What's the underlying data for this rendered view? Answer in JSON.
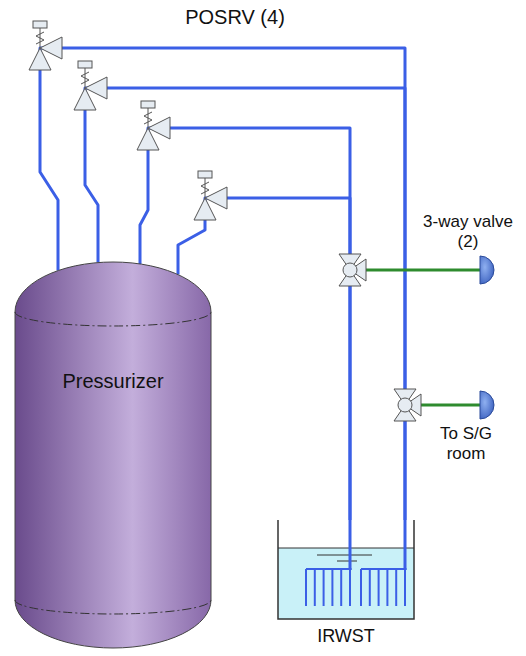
{
  "diagram": {
    "nodes": [
      {
        "text": [
          "Pressurizer"
        ]
      },
      {
        "text": [
          "IRWST"
        ]
      }
    ],
    "edges": [
      {
        "from": 0,
        "to": 1,
        "arrow": "none"
      },
      {
        "from": 0,
        "to": 1,
        "arrow": "none"
      },
      {
        "from": 0,
        "to": 1,
        "arrow": "none"
      },
      {
        "from": 0,
        "to": 1,
        "arrow": "none"
      }
    ],
    "labels": [
      "POSRV (4)",
      "3-way valve (2)",
      "To S/G room"
    ]
  }
}
